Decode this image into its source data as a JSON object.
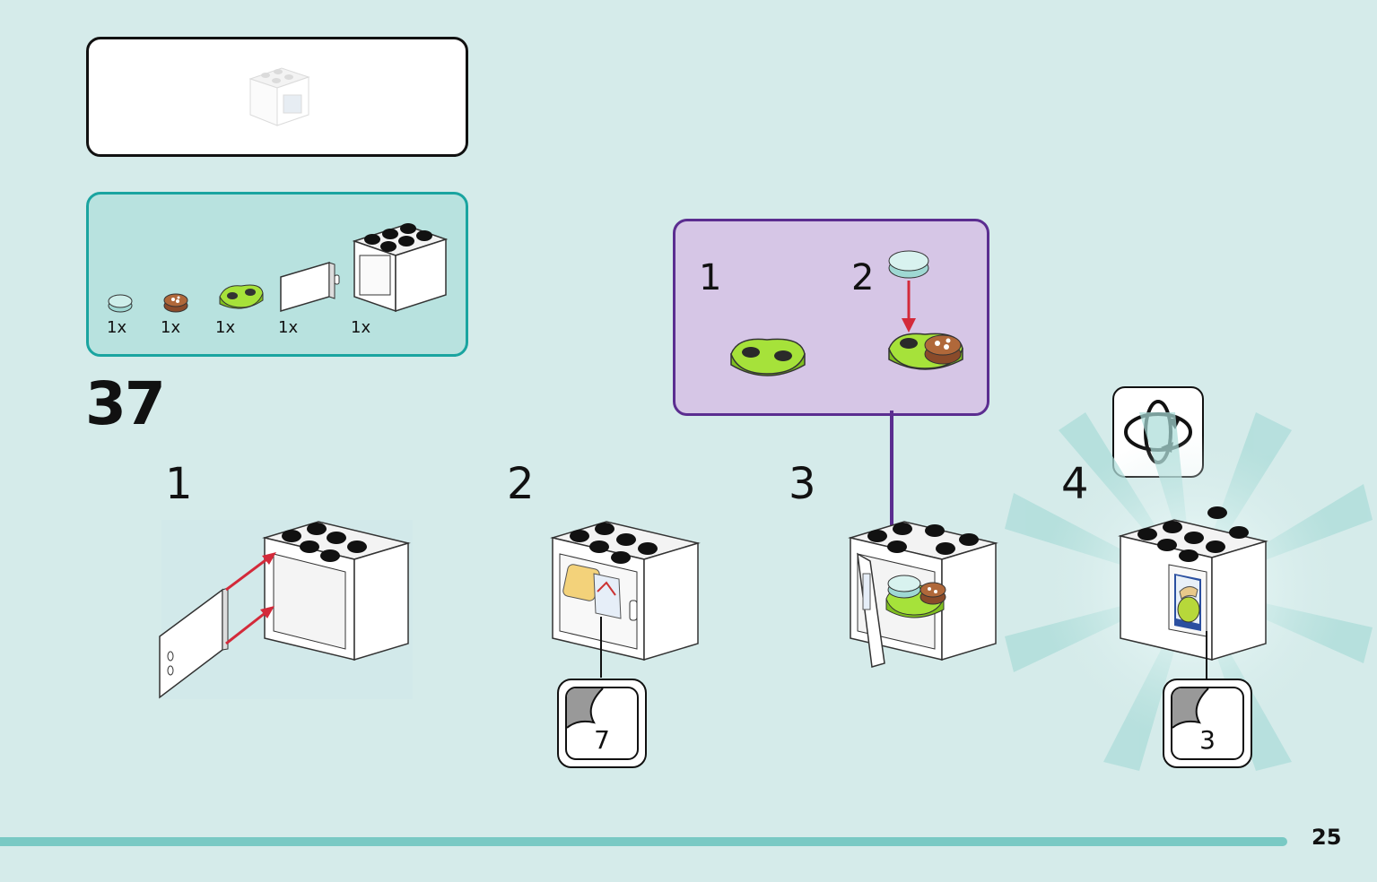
{
  "parts": [
    {
      "name": "transparent-round-tile-icon",
      "qty": "1x"
    },
    {
      "name": "brown-cookie-tile-icon",
      "qty": "1x"
    },
    {
      "name": "lime-plate-1x2-icon",
      "qty": "1x"
    },
    {
      "name": "white-door-icon",
      "qty": "1x"
    },
    {
      "name": "white-cupboard-brick-icon",
      "qty": "1x"
    }
  ],
  "step": {
    "number": "37"
  },
  "substeps": [
    "1",
    "2",
    "3",
    "4"
  ],
  "callout": {
    "steps": [
      "1",
      "2"
    ]
  },
  "stickers": {
    "left": "7",
    "right": "3"
  },
  "page": {
    "number": "25"
  },
  "colors": {
    "background": "#d5ebea",
    "parts_box": "#b8e2df",
    "parts_border": "#1aa4a0",
    "callout_fill": "#d6c6e6",
    "callout_border": "#5b2d90",
    "arrow_red": "#d32a3a",
    "lime": "#a6e23a",
    "bar": "#79c9c4"
  }
}
